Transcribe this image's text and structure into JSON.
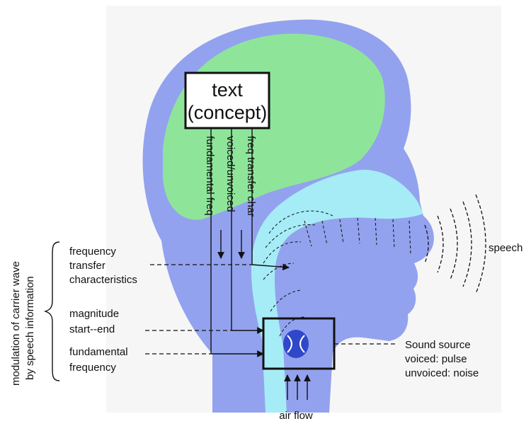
{
  "concept_box": {
    "line1": "text",
    "line2": "(concept)"
  },
  "channels": {
    "fundamental": "fundamental freq",
    "voicing": "voiced/unvoiced",
    "transfer": "freq transfer char"
  },
  "left_labels": {
    "group_line1": "modulation of carrier wave",
    "group_line2": "by speech information",
    "freq_transfer": [
      "frequency",
      "transfer",
      "characteristics"
    ],
    "magnitude": [
      "magnitude",
      "start--end"
    ],
    "fundamental": [
      "fundamental",
      "frequency"
    ]
  },
  "right_labels": {
    "speech": "speech",
    "sound_source": [
      "Sound source",
      "voiced: pulse",
      "unvoiced: noise"
    ]
  },
  "bottom_label": "air flow",
  "colors": {
    "brain": "#8ee59a",
    "head": "#93a2ee",
    "tract": "#a6ecf6",
    "outline": "#111111"
  }
}
